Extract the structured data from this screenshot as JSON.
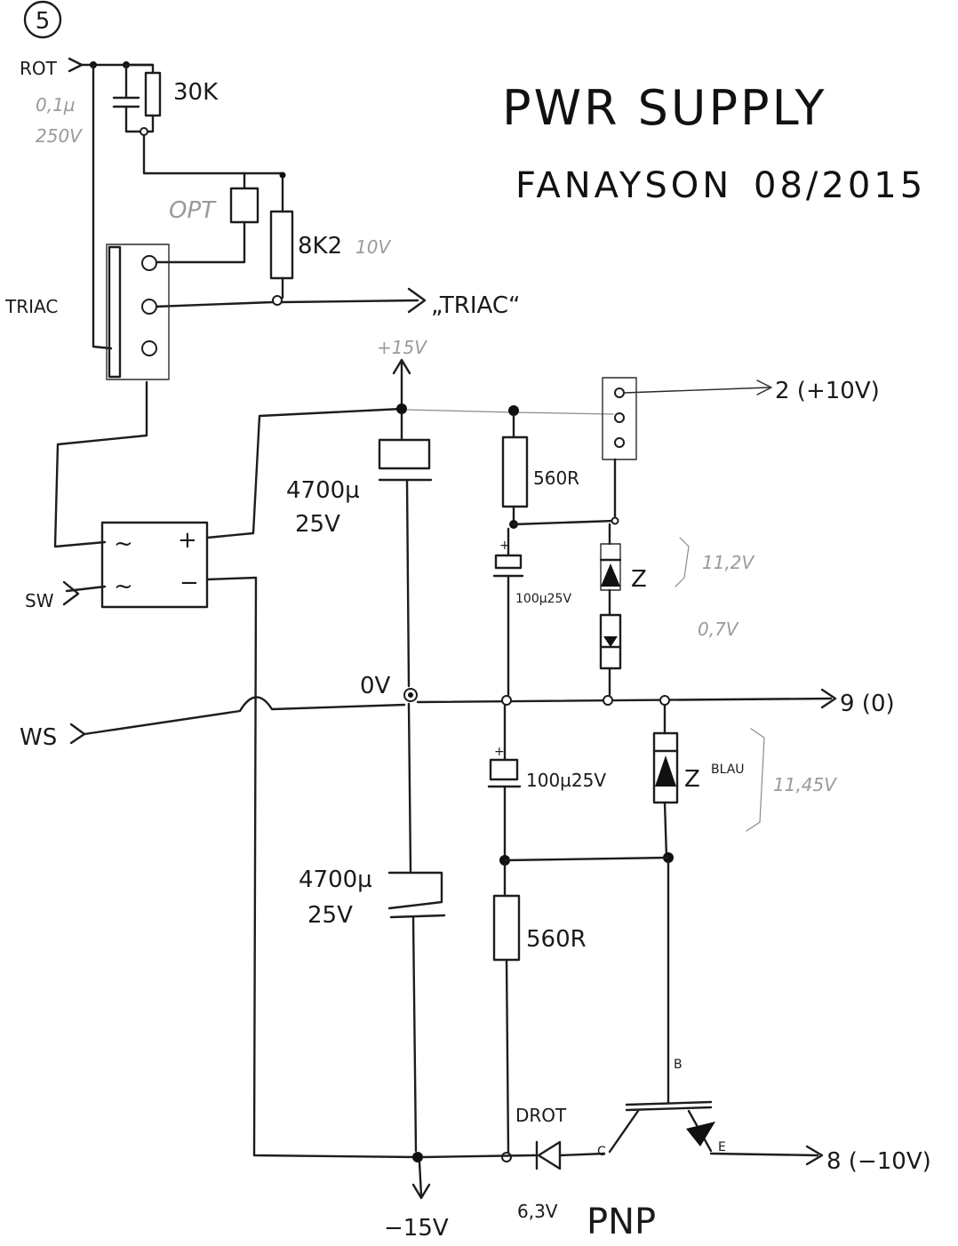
{
  "diagram": {
    "sheet_number": "5",
    "title": "PWR SUPPLY",
    "author": "FANAYSON",
    "date": "08/2015",
    "inputs": {
      "rot": "ROT",
      "sw": "SW",
      "ws": "WS"
    },
    "top_section": {
      "cap_value": "0,1µ",
      "cap_voltage": "250V",
      "resistor_30k": "30K",
      "optocoupler": "OPT",
      "resistor_8k2": "8K2",
      "resistor_8k2_note": "10V",
      "triac_label": "TRIAC",
      "triac_output": "„TRIAC“"
    },
    "rails": {
      "pos_15v": "+15V",
      "neg_15v": "−15V",
      "zero_v": "0V"
    },
    "components": {
      "cap_top": {
        "value": "4700µ",
        "voltage": "25V"
      },
      "cap_bottom": {
        "value": "4700µ",
        "voltage": "25V"
      },
      "res_top": "560R",
      "res_bottom": "560R",
      "cap_small_top": "100µ25V",
      "cap_small_bottom": "100µ25V",
      "zener_top": "Z",
      "zener_top_note": "11,2V",
      "diode_note": "0,7V",
      "zener_bottom": "Z",
      "zener_bottom_color": "BLAU",
      "zener_bottom_note": "11,45V",
      "diode_red": "DROT",
      "diode_red_note": "6,3V",
      "transistor_type": "PNP",
      "base": "B",
      "collector": "C",
      "emitter": "E",
      "bridge_ac": "~",
      "bridge_plus": "+",
      "bridge_minus": "−"
    },
    "outputs": {
      "out_2": "2 (+10V)",
      "out_9": "9 (0)",
      "out_8": "8 (−10V)"
    }
  }
}
